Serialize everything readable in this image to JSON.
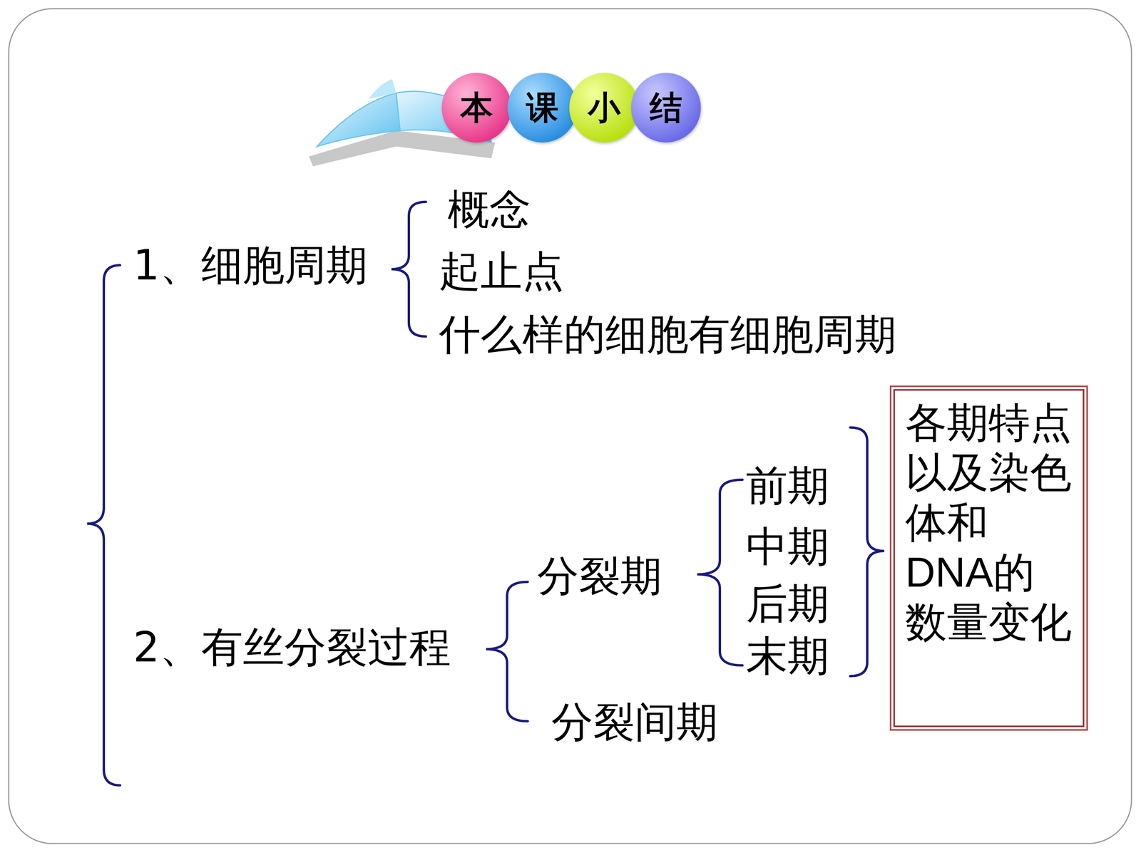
{
  "diagram": {
    "nodes": [
      {
        "text": [
          "本"
        ]
      },
      {
        "text": [
          "课"
        ]
      },
      {
        "text": [
          "小"
        ]
      },
      {
        "text": [
          "结"
        ]
      },
      {
        "text": [
          "各期特点以及染色体和DNA的数量变化"
        ]
      }
    ],
    "labels": [
      "1、细胞周期",
      "概念",
      "起止点",
      "什么样的细胞有细胞周期",
      "2、有丝分裂过程",
      "分裂期",
      "前期",
      "中期",
      "后期",
      "末期",
      "分裂间期"
    ]
  }
}
